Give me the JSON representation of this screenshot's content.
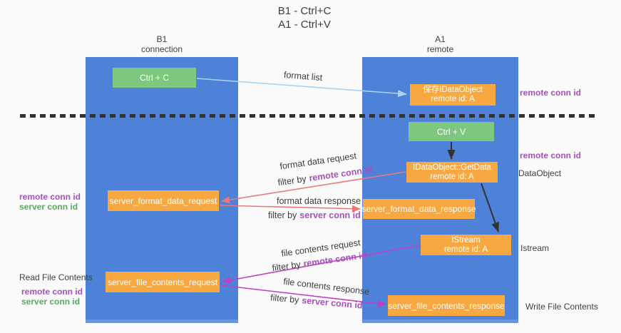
{
  "title": {
    "line1": "B1 - Ctrl+C",
    "line2": "A1 - Ctrl+V"
  },
  "columns": {
    "left": {
      "name": "B1",
      "role": "connection"
    },
    "right": {
      "name": "A1",
      "role": "remote"
    }
  },
  "boxes": {
    "ctrl_c": {
      "label": "Ctrl + C"
    },
    "ctrl_v": {
      "label": "Ctrl + V"
    },
    "save_idataobject": {
      "line1": "保存IDataObject",
      "line2": "remote id: A"
    },
    "getdata": {
      "line1": "IDataObject::GetData",
      "line2": "remote id: A"
    },
    "istream": {
      "line1": "IStream",
      "line2": "remote id: A"
    },
    "format_request": {
      "label": "server_format_data_request"
    },
    "format_response": {
      "label": "server_format_data_response"
    },
    "file_request": {
      "label": "server_file_contents_request"
    },
    "file_response": {
      "label": "server_file_contents_response"
    }
  },
  "arrow_labels": {
    "format_list": "format list",
    "format_data_request": "format data request",
    "format_data_response": "format data response",
    "file_contents_request": "file contents request",
    "file_contents_response": "file contents response",
    "filter_by": "filter by",
    "remote_conn_id": "remote conn id",
    "server_conn_id": "server conn id"
  },
  "side_labels": {
    "right_remote_conn_id_top": "remote conn id",
    "right_remote_conn_id_mid": "remote conn id",
    "right_dataobject": "DataObject",
    "right_istream": "Istream",
    "right_write_file_contents": "Write File Contents",
    "left_remote_conn_id_top": "remote conn id",
    "left_server_conn_id_top": "server conn id",
    "left_read_file_contents": "Read File Contents",
    "left_remote_conn_id_bottom": "remote conn id",
    "left_server_conn_id_bottom": "server conn id"
  },
  "colors": {
    "background": "#fafafa",
    "column_blue": "#4e82d8",
    "box_green": "#7dc87e",
    "box_orange": "#f7a841",
    "arrow_red": "#e8787a",
    "arrow_magenta": "#c13fc1",
    "arrow_lightblue": "#a9d3f2",
    "arrow_black": "#333333",
    "text_purple": "#a650bc",
    "text_green": "#58a861",
    "text_dark": "#3d3d3d"
  }
}
